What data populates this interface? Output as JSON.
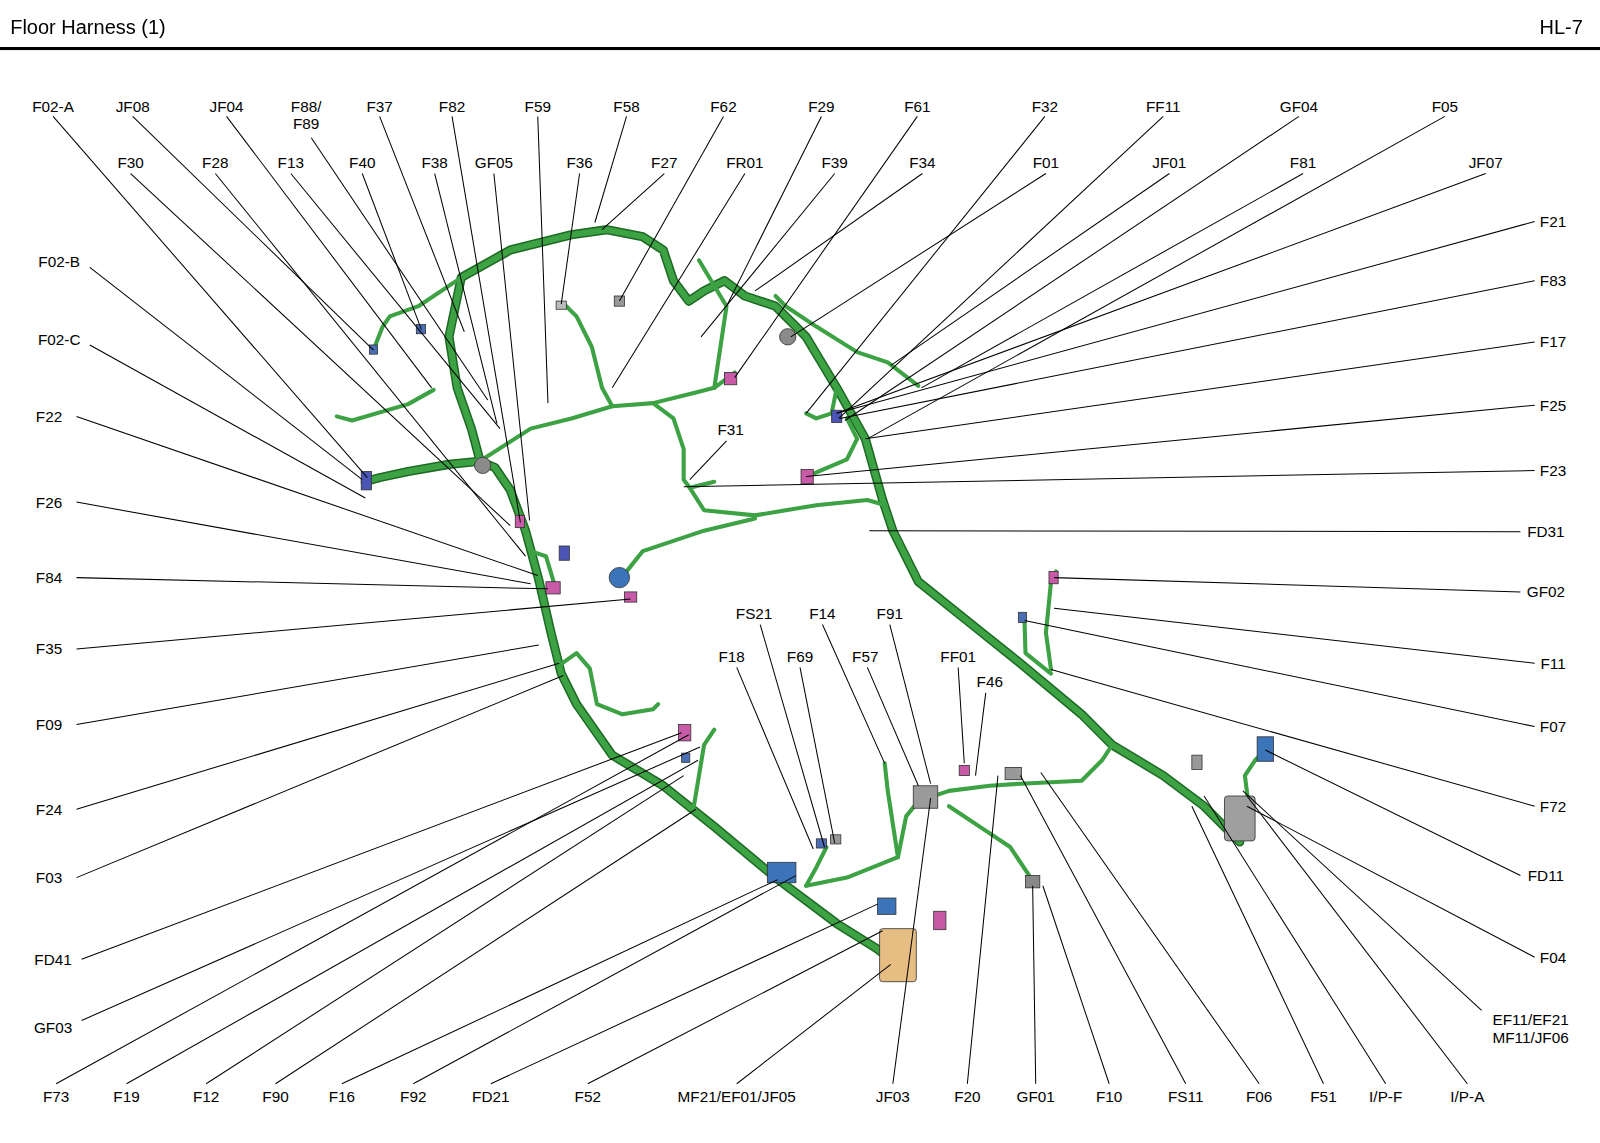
{
  "diagram": {
    "title": "Floor Harness (1)",
    "labels": [
      "HL-7",
      "F02-A",
      "JF08",
      "JF04",
      "F88/ F89",
      "F37",
      "F82",
      "F59",
      "F58",
      "F62",
      "F29",
      "F61",
      "F32",
      "FF11",
      "GF04",
      "F05",
      "F30",
      "F28",
      "F13",
      "F40",
      "F38",
      "GF05",
      "F36",
      "F27",
      "FR01",
      "F39",
      "F34",
      "F01",
      "JF01",
      "F81",
      "JF07",
      "F02-B",
      "F02-C",
      "F22",
      "F26",
      "F84",
      "F35",
      "F09",
      "F24",
      "F03",
      "FD41",
      "GF03",
      "F21",
      "F83",
      "F17",
      "F25",
      "F23",
      "FD31",
      "GF02",
      "F11",
      "F07",
      "F72",
      "FD11",
      "F04",
      "EF11/EF21 MF11/JF06",
      "F73",
      "F19",
      "F12",
      "F90",
      "F16",
      "F92",
      "FD21",
      "F52",
      "MF21/EF01/JF05",
      "JF03",
      "F20",
      "GF01",
      "F10",
      "FS11",
      "F06",
      "F51",
      "I/P-F",
      "I/P-A",
      "F31",
      "FS21",
      "F14",
      "F91",
      "F18",
      "F69",
      "F57",
      "FF01",
      "F46"
    ]
  }
}
